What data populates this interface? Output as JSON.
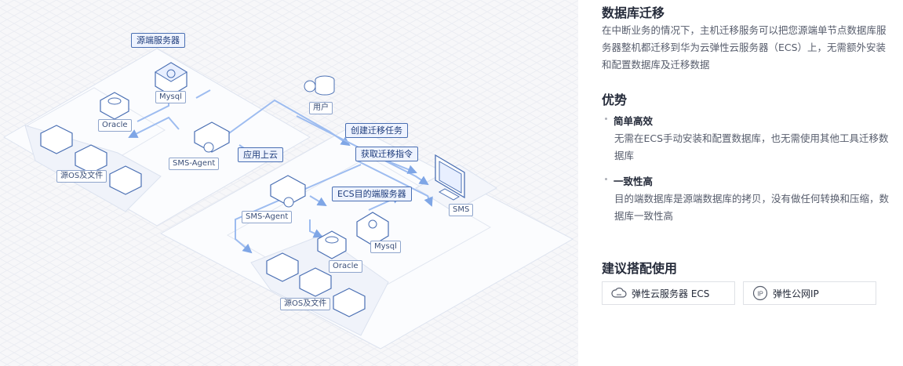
{
  "diagram": {
    "labels": {
      "source_server": "源端服务器",
      "mysql": "Mysql",
      "oracle": "Oracle",
      "sms_agent": "SMS-Agent",
      "source_os_files": "源OS及文件",
      "user": "用户",
      "create_task": "创建迁移任务",
      "get_command": "获取迁移指令",
      "apply_cloud": "应用上云",
      "sms": "SMS",
      "ecs_target": "ECS目的端服务器",
      "mysql2": "Mysql",
      "oracle2": "Oracle",
      "sms_agent2": "SMS-Agent",
      "target_os_files": "源OS及文件"
    }
  },
  "content": {
    "title": "数据库迁移",
    "description": "在中断业务的情况下，主机迁移服务可以把您源端单节点数据库服务器整机都迁移到华为云弹性云服务器（ECS）上，无需额外安装和配置数据库及迁移数据",
    "advantages_heading": "优势",
    "advantages": [
      {
        "title": "简单高效",
        "text": "无需在ECS手动安装和配置数据库，也无需使用其他工具迁移数据库"
      },
      {
        "title": "一致性高",
        "text": "目的端数据库是源端数据库的拷贝，没有做任何转换和压缩，数据库一致性高"
      }
    ],
    "recommend_heading": "建议搭配使用",
    "products": [
      {
        "label": "弹性云服务器 ECS",
        "icon": "cloud-server-icon"
      },
      {
        "label": "弹性公网IP",
        "icon": "ip-icon"
      }
    ]
  }
}
